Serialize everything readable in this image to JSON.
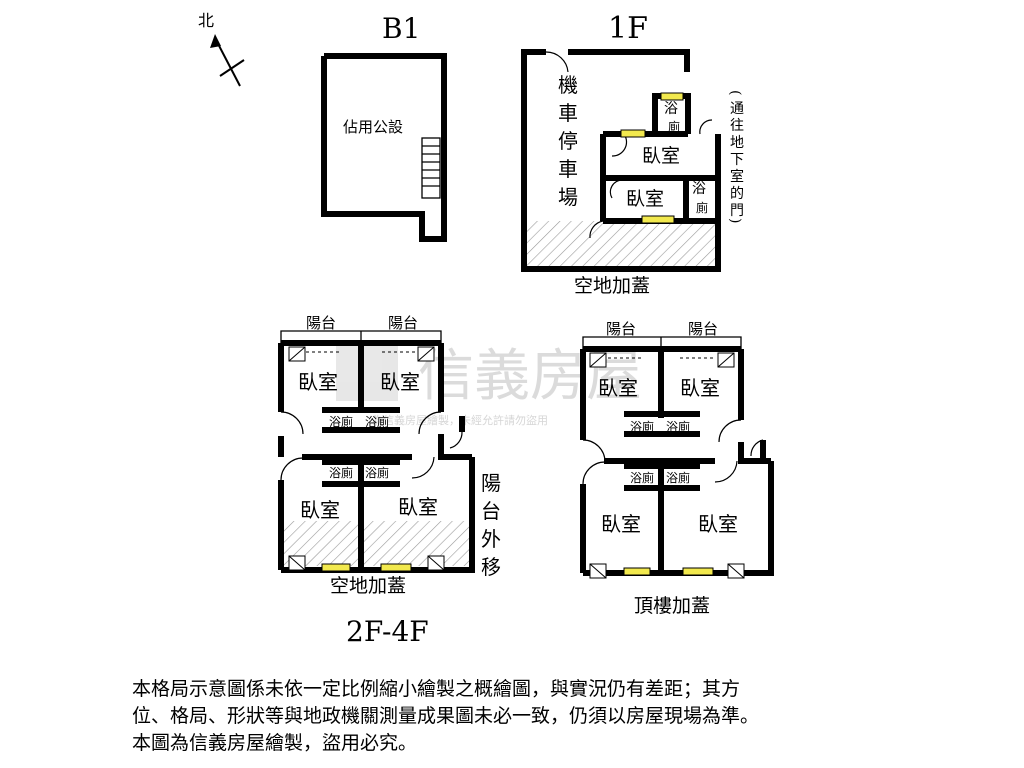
{
  "floors": {
    "b1": "B1",
    "f1": "1F",
    "f2_4": "2F-4F"
  },
  "north": "北",
  "labels": {
    "public_use": "佔用公設",
    "parking": [
      "機",
      "車",
      "停",
      "車",
      "場"
    ],
    "bedroom": "臥室",
    "bath": [
      "浴",
      "廁"
    ],
    "bath_inline": "浴廁",
    "basement_door": [
      "(",
      "通",
      "往",
      "地",
      "下",
      "室",
      "的",
      "門",
      ")"
    ],
    "open_roof": "空地加蓋",
    "balcony": "陽台",
    "balcony_moved": [
      "陽",
      "台",
      "外",
      "移"
    ],
    "rooftop": "頂樓加蓋"
  },
  "watermark": {
    "brand": "信義房屋",
    "note": "為信義房屋繪製，未經允許請勿盜用"
  },
  "disclaimer": [
    "本格局示意圖係未依一定比例縮小繪製之概繪圖，與實況仍有差距；其方",
    "位、格局、形狀等與地政機關測量成果圖未必一致，仍須以房屋現場為準。",
    "本圖為信義房屋繪製，盜用必究。"
  ]
}
